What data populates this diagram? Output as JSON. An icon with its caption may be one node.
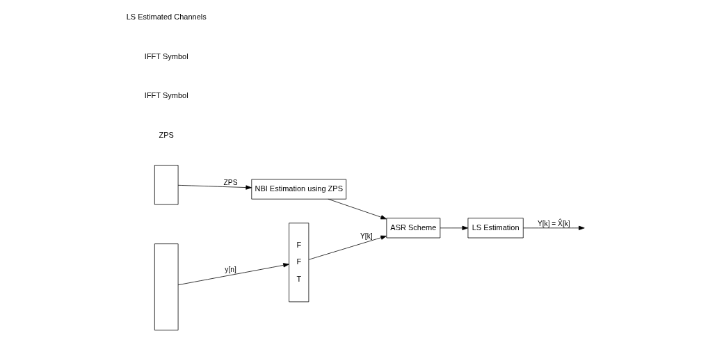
{
  "diagram": {
    "nodes": [
      {
        "text": [],
        "shape": "box"
      },
      {
        "text": [],
        "shape": "box"
      },
      {
        "text": [
          "NBI Estimation using ZPS"
        ]
      },
      {
        "text": [
          "F F T"
        ]
      },
      {
        "text": [
          "ASR Scheme"
        ]
      },
      {
        "text": [
          "LS Estimation"
        ]
      }
    ],
    "edges": [
      {
        "from": 0,
        "to": 2,
        "arrow": "to",
        "label": "ZPS"
      },
      {
        "from": 1,
        "to": 3,
        "arrow": "to",
        "label": "y[n]"
      },
      {
        "from": 3,
        "to": 4,
        "arrow": "to",
        "label": "Y[k]"
      },
      {
        "from": 2,
        "to": 4,
        "arrow": "to"
      },
      {
        "from": 4,
        "to": 5,
        "arrow": "to"
      },
      {
        "from": 5,
        "to": null,
        "arrow": "to",
        "label": "Y[k] = X̂[k]"
      }
    ],
    "labels": [
      "ZPS",
      "IFFT Symbol",
      "IFFT Symbol",
      "LS Estimated Channels"
    ]
  }
}
